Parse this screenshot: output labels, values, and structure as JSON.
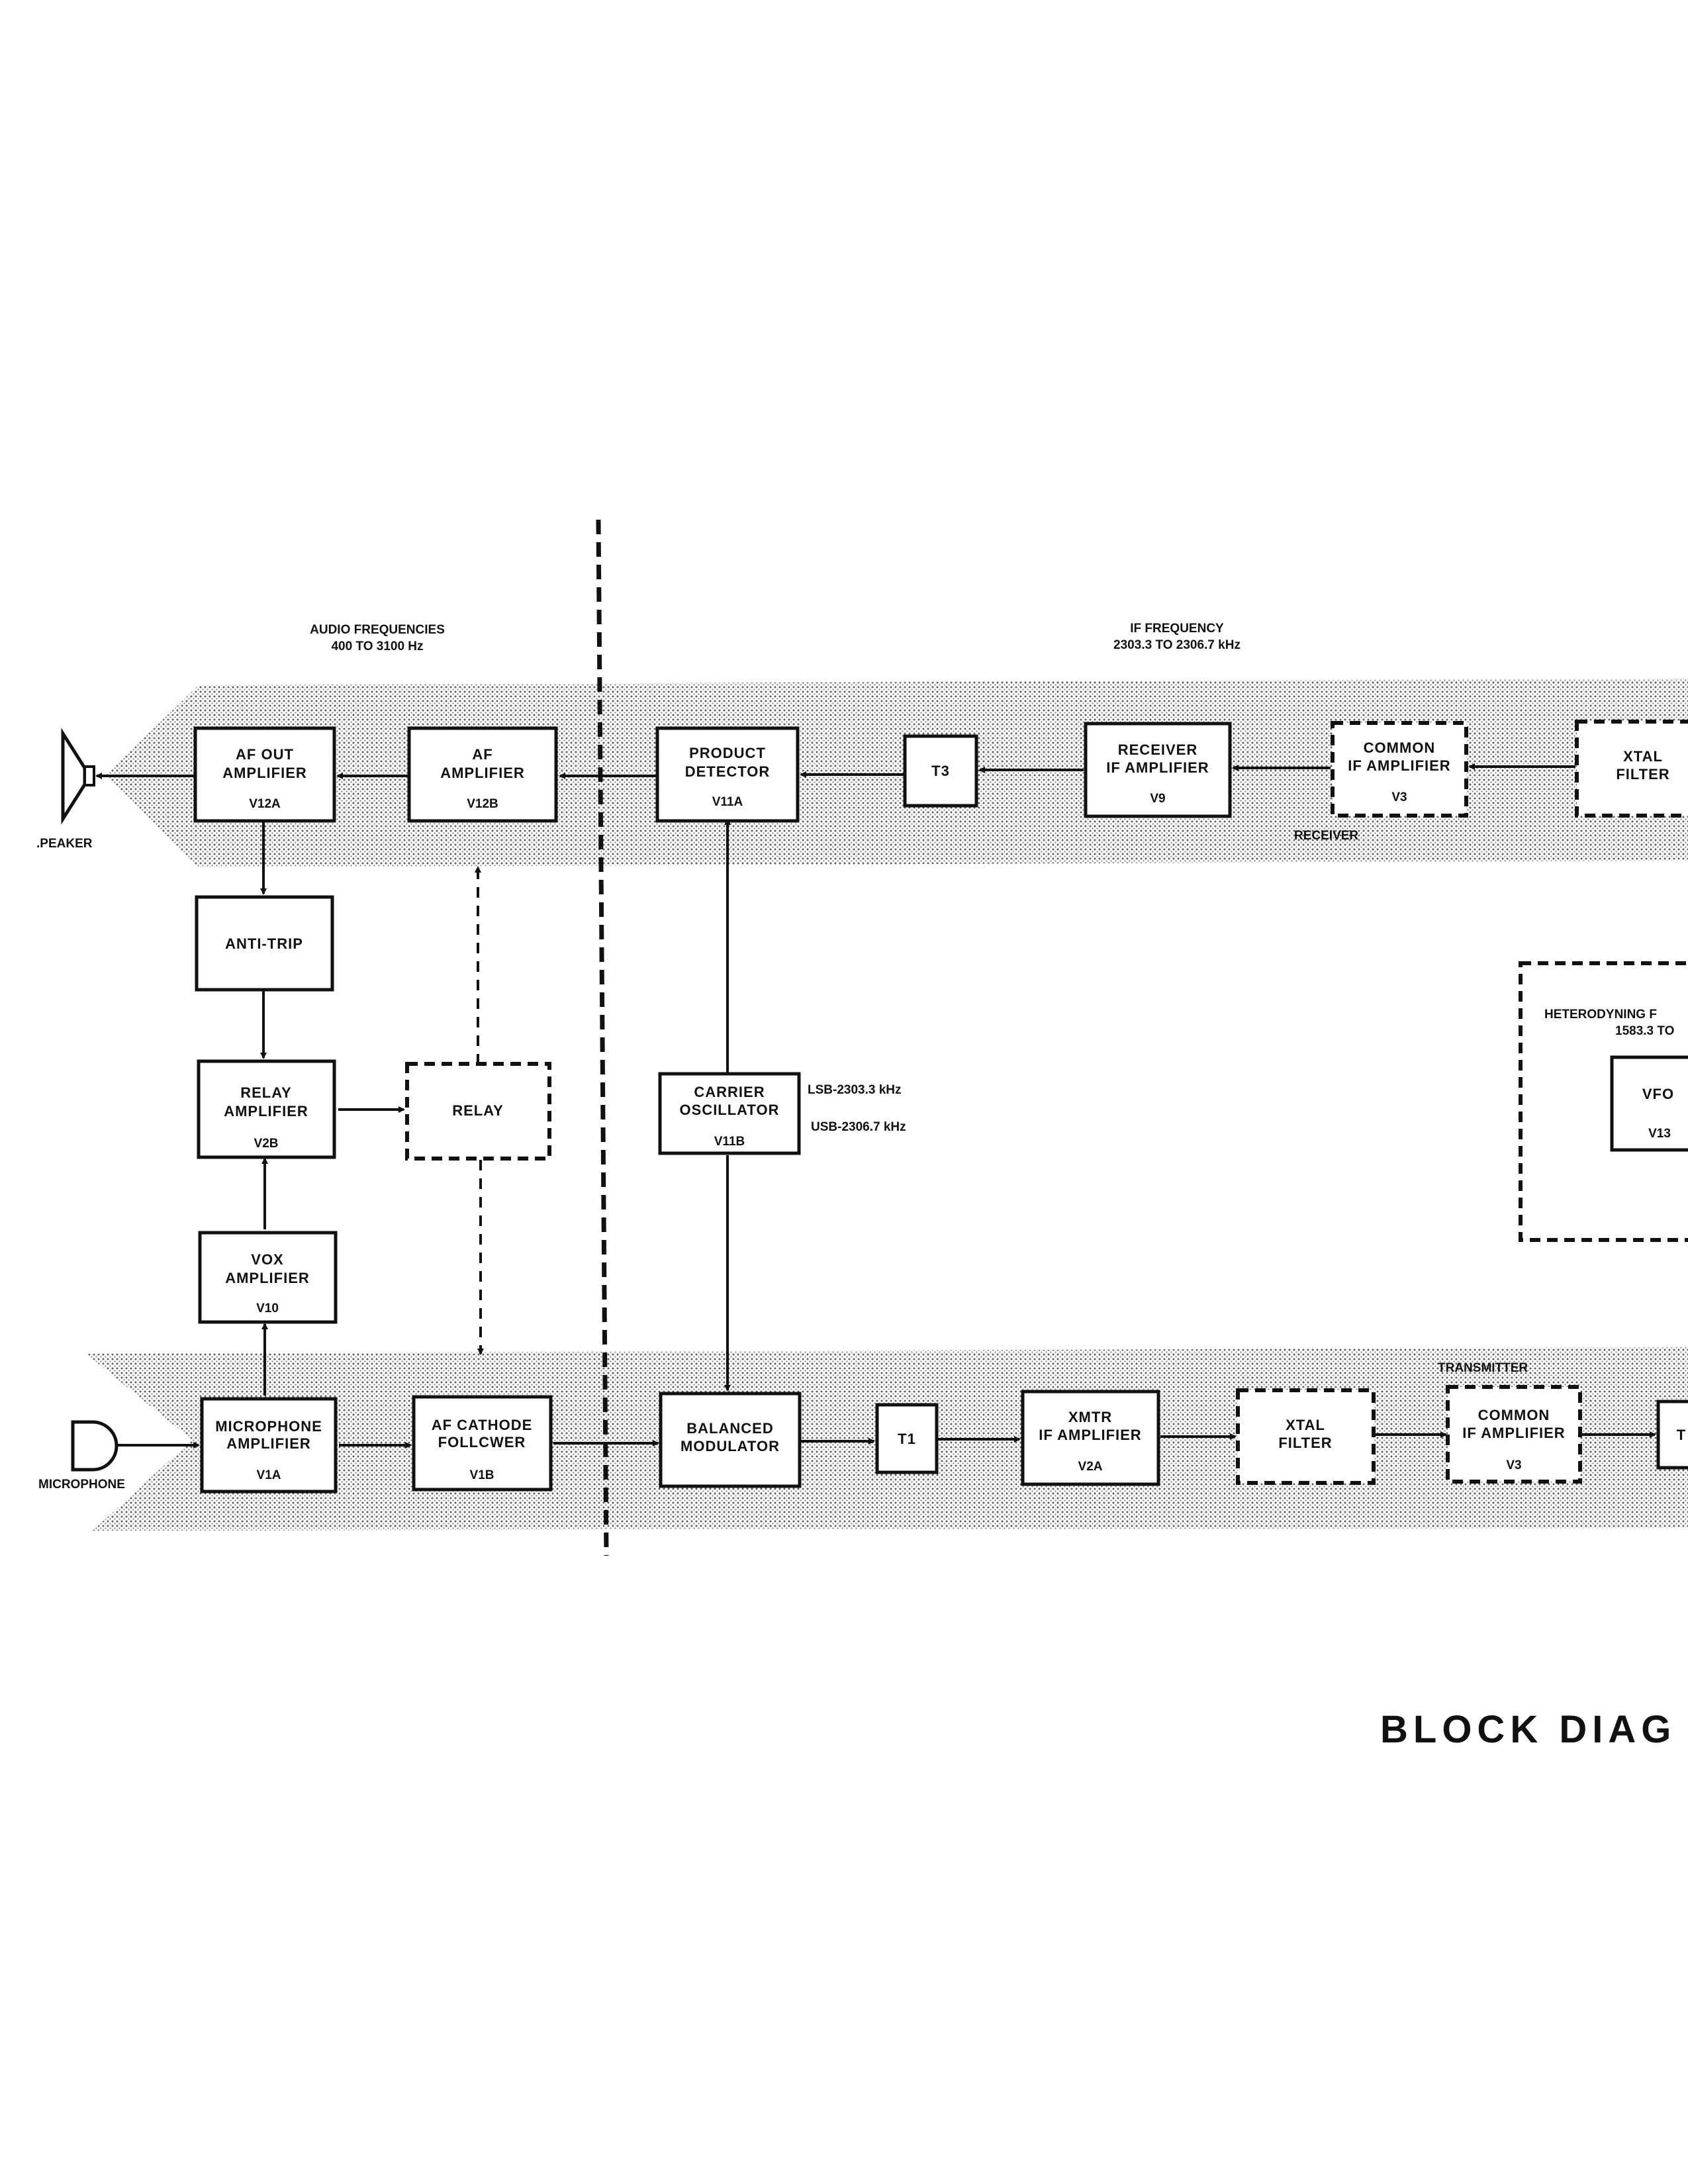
{
  "headers": {
    "audio_line1": "AUDIO FREQUENCIES",
    "audio_line2": "400 TO 3100 Hz",
    "if_line1": "IF FREQUENCY",
    "if_line2": "2303.3 TO 2306.7 kHz"
  },
  "devices": {
    "speaker": ".PEAKER",
    "microphone": "MICROPHONE"
  },
  "blocks": {
    "af_out": {
      "line1": "AF OUT",
      "line2": "AMPLIFIER",
      "tube": "V12A"
    },
    "af_amp": {
      "line1": "AF",
      "line2": "AMPLIFIER",
      "tube": "V12B"
    },
    "prod_det": {
      "line1": "PRODUCT",
      "line2": "DETECTOR",
      "tube": "V11A"
    },
    "t3": {
      "line1": "T3"
    },
    "rcv_if": {
      "line1": "RECEIVER",
      "line2": "IF AMPLIFIER",
      "tube": "V9"
    },
    "common_rx": {
      "line1": "COMMON",
      "line2": "IF AMPLIFIER",
      "tube": "V3"
    },
    "xtal_rx": {
      "line1": "XTAL",
      "line2": "FILTER"
    },
    "anti_trip": {
      "line1": "ANTI-TRIP"
    },
    "relay_amp": {
      "line1": "RELAY",
      "line2": "AMPLIFIER",
      "tube": "V2B"
    },
    "relay": {
      "line1": "RELAY"
    },
    "carrier": {
      "line1": "CARRIER",
      "line2": "OSCILLATOR",
      "tube": "V11B"
    },
    "vox": {
      "line1": "VOX",
      "line2": "AMPLIFIER",
      "tube": "V10"
    },
    "mic_amp": {
      "line1": "MICROPHONE",
      "line2": "AMPLIFIER",
      "tube": "V1A"
    },
    "af_cathode": {
      "line1": "AF CATHODE",
      "line2": "FOLLCWER",
      "tube": "V1B"
    },
    "bal_mod": {
      "line1": "BALANCED",
      "line2": "MODULATOR"
    },
    "t1": {
      "line1": "T1"
    },
    "xmtr_if": {
      "line1": "XMTR",
      "line2": "IF AMPLIFIER",
      "tube": "V2A"
    },
    "xtal_tx": {
      "line1": "XTAL",
      "line2": "FILTER"
    },
    "common_tx": {
      "line1": "COMMON",
      "line2": "IF AMPLIFIER",
      "tube": "V3"
    },
    "vfo": {
      "line1": "VFO",
      "tube": "V13"
    },
    "t_cut": {
      "line1": "T"
    }
  },
  "notes": {
    "receiver": "RECEIVER",
    "transmitter": "TRANSMITTER",
    "lsb": "LSB-2303.3 kHz",
    "usb": "USB-2306.7 kHz",
    "het_line1": "HETERODYNING F",
    "het_line2": "1583.3 TO"
  },
  "title": "BLOCK DIAG"
}
